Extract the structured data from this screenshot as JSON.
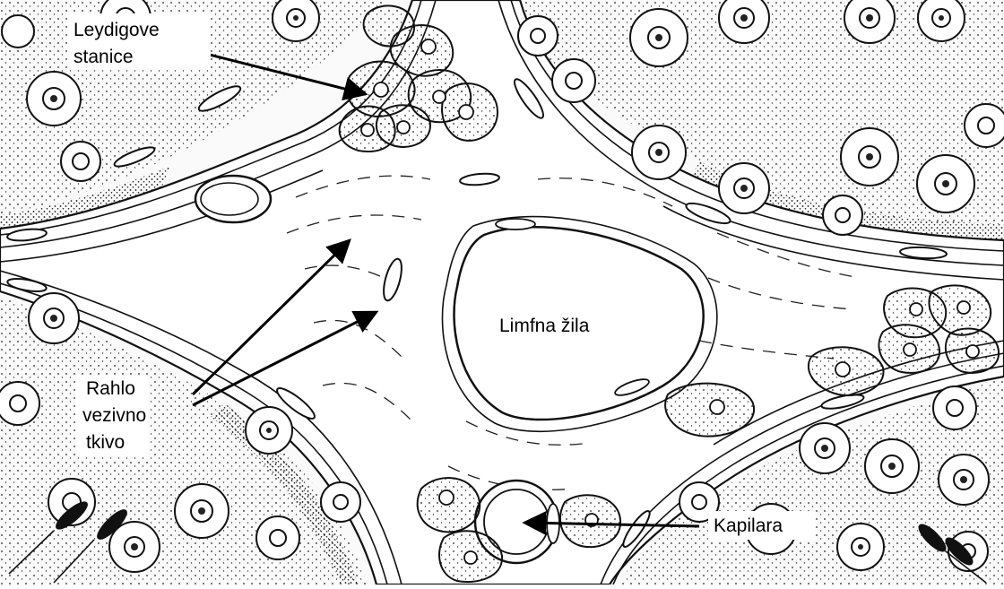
{
  "labels": {
    "leydig": [
      "Leydigove",
      "stanice"
    ],
    "lymph": "Limfna žila",
    "connective": [
      "Rahlo",
      "vezivno",
      "tkivo"
    ],
    "capillary": "Kapilara"
  }
}
